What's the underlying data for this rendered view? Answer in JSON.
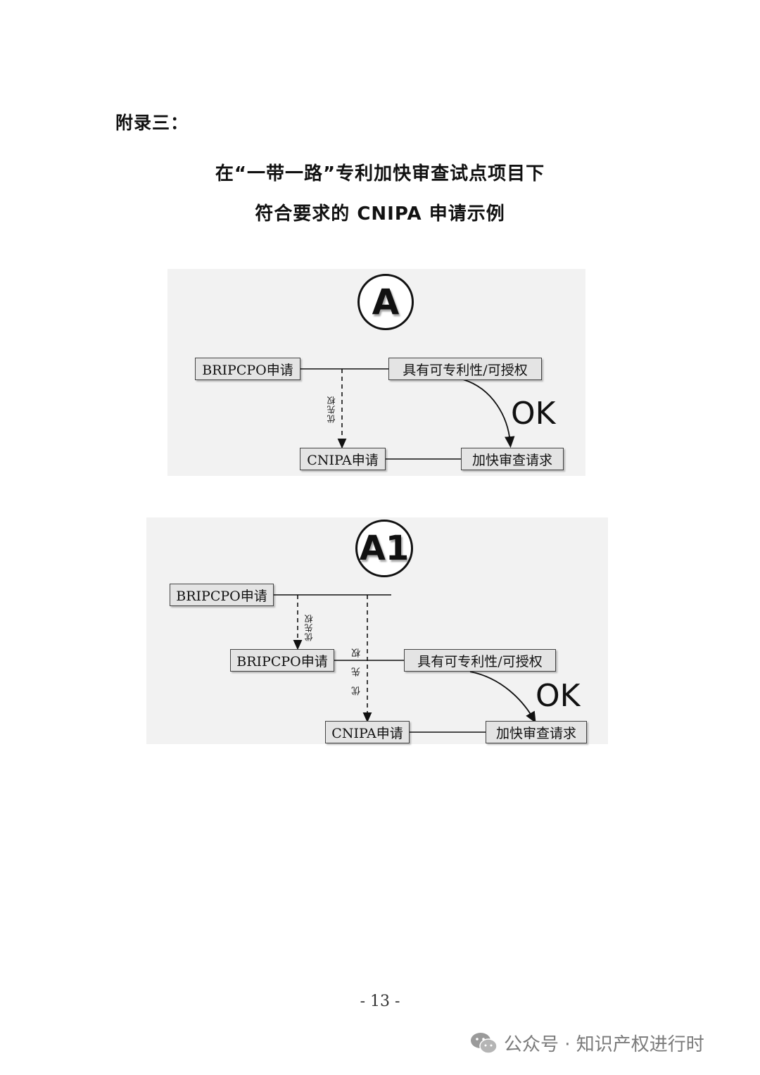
{
  "header": {
    "appendix": "附录三：",
    "title_line1": "在“一带一路”专利加快审查试点项目下",
    "title_line2": "符合要求的 CNIPA 申请示例"
  },
  "diagram_a": {
    "badge": "A",
    "box_bripcpo": "BRIPCPO申请",
    "box_patentable": "具有可专利性/可授权",
    "box_cnipa": "CNIPA申请",
    "box_request": "加快审查请求",
    "priority_label": "优先权",
    "ok": "OK"
  },
  "diagram_a1": {
    "badge": "A1",
    "box_bripcpo_1": "BRIPCPO申请",
    "box_bripcpo_2": "BRIPCPO申请",
    "box_patentable": "具有可专利性/可授权",
    "box_cnipa": "CNIPA申请",
    "box_request": "加快审查请求",
    "priority_label_1": "优先权",
    "priority_label_2": "优先权",
    "ok": "OK"
  },
  "footer": {
    "page_number": "- 13 -",
    "watermark": "公众号 · 知识产权进行时",
    "watermark_icon": "wechat-icon"
  }
}
